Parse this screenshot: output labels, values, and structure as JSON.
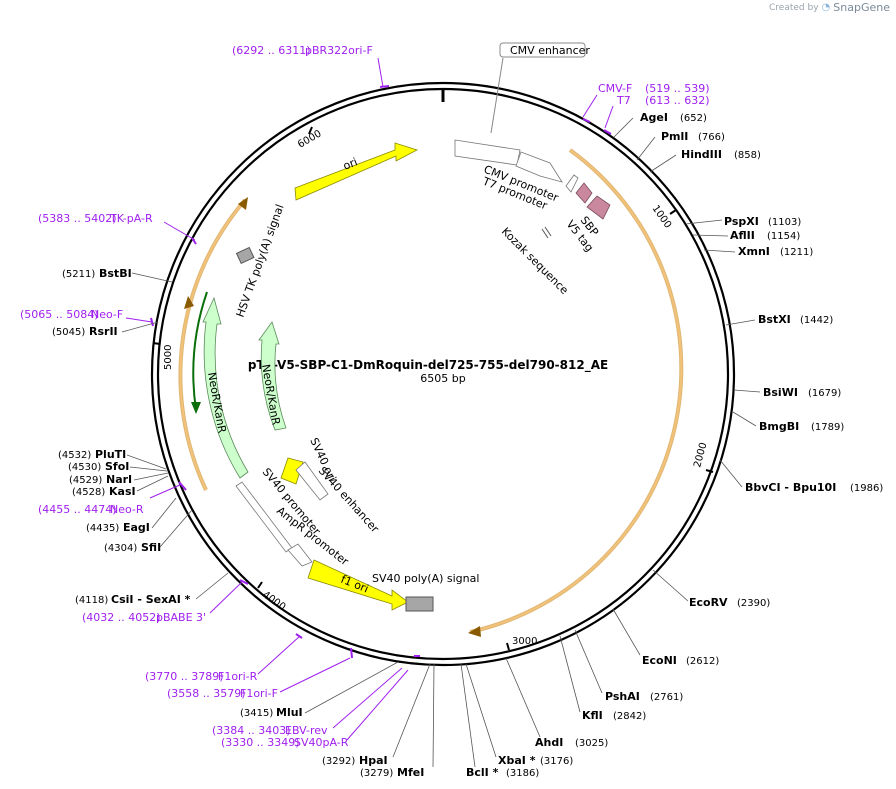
{
  "brand": {
    "created_by": "Created by",
    "name": "SnapGene"
  },
  "plasmid": {
    "name": "pT7-V5-SBP-C1-DmRoquin-del725-755-del790-812_AE",
    "size": "6505 bp",
    "length": 6505
  },
  "ticks": [
    "1000",
    "2000",
    "3000",
    "4000",
    "5000",
    "6000"
  ],
  "enzymes": [
    {
      "name": "AgeI",
      "pos": "(652)",
      "bp": 652
    },
    {
      "name": "PmlI",
      "pos": "(766)",
      "bp": 766
    },
    {
      "name": "HindIII",
      "pos": "(858)",
      "bp": 858
    },
    {
      "name": "PspXI",
      "pos": "(1103)",
      "bp": 1103
    },
    {
      "name": "AflII",
      "pos": "(1154)",
      "bp": 1154
    },
    {
      "name": "XmnI",
      "pos": "(1211)",
      "bp": 1211
    },
    {
      "name": "BstXI",
      "pos": "(1442)",
      "bp": 1442
    },
    {
      "name": "BsiWI",
      "pos": "(1679)",
      "bp": 1679
    },
    {
      "name": "BmgBI",
      "pos": "(1789)",
      "bp": 1789
    },
    {
      "name": "BbvCI - Bpu10I",
      "pos": "(1986)",
      "bp": 1986
    },
    {
      "name": "EcoRV",
      "pos": "(2390)",
      "bp": 2390
    },
    {
      "name": "EcoNI",
      "pos": "(2612)",
      "bp": 2612
    },
    {
      "name": "PshAI",
      "pos": "(2761)",
      "bp": 2761
    },
    {
      "name": "KflI",
      "pos": "(2842)",
      "bp": 2842
    },
    {
      "name": "AhdI",
      "pos": "(3025)",
      "bp": 3025
    },
    {
      "name": "XbaI *",
      "pos": "(3176)",
      "bp": 3176
    },
    {
      "name": "BclI *",
      "pos": "(3186)",
      "bp": 3186
    },
    {
      "name": "MfeI",
      "pos": "(3279)",
      "bp": 3279
    },
    {
      "name": "HpaI",
      "pos": "(3292)",
      "bp": 3292
    },
    {
      "name": "MluI",
      "pos": "(3415)",
      "bp": 3415
    },
    {
      "name": "CsiI - SexAI *",
      "pos": "(4118)",
      "bp": 4118
    },
    {
      "name": "SfiI",
      "pos": "(4304)",
      "bp": 4304
    },
    {
      "name": "EagI",
      "pos": "(4435)",
      "bp": 4435
    },
    {
      "name": "KasI",
      "pos": "(4528)",
      "bp": 4528
    },
    {
      "name": "NarI",
      "pos": "(4529)",
      "bp": 4529
    },
    {
      "name": "SfoI",
      "pos": "(4530)",
      "bp": 4530
    },
    {
      "name": "PluTI",
      "pos": "(4532)",
      "bp": 4532
    },
    {
      "name": "RsrII",
      "pos": "(5045)",
      "bp": 5045
    },
    {
      "name": "BstBI",
      "pos": "(5211)",
      "bp": 5211
    }
  ],
  "primers": [
    {
      "name": "CMV-F",
      "range": "(519 .. 539)"
    },
    {
      "name": "T7",
      "range": "(613 .. 632)"
    },
    {
      "name": "pBR322ori-F",
      "range": "(6292 .. 6311)"
    },
    {
      "name": "TK-pA-R",
      "range": "(5383 .. 5402)"
    },
    {
      "name": "Neo-F",
      "range": "(5065 .. 5084)"
    },
    {
      "name": "Neo-R",
      "range": "(4455 .. 4474)"
    },
    {
      "name": "pBABE 3'",
      "range": "(4032 .. 4052)"
    },
    {
      "name": "F1ori-R",
      "range": "(3770 .. 3789)"
    },
    {
      "name": "F1ori-F",
      "range": "(3558 .. 3579)"
    },
    {
      "name": "EBV-rev",
      "range": "(3384 .. 3403)"
    },
    {
      "name": "SV40pA-R",
      "range": "(3330 .. 3349)"
    }
  ],
  "features": {
    "cmv_enhancer": "CMV enhancer",
    "cmv_promoter": "CMV promoter",
    "t7_promoter": "T7 promoter",
    "sbp": "SBP",
    "v5_tag": "V5 tag",
    "kozak": "Kozak sequence",
    "ori": "ori",
    "hsv_tk": "HSV TK poly(A) signal",
    "neor_outer": "NeoR/KanR",
    "neor_inner": "NeoR/KanR",
    "sv40_ori": "SV40 ori",
    "sv40_enhancer": "SV40 enhancer",
    "sv40_promoter": "SV40 promoter",
    "ampr_promoter": "AmpR promoter",
    "f1_ori": "f1 ori",
    "sv40_polya": "SV40 poly(A) signal"
  },
  "colors": {
    "backbone": "#000000",
    "orf": "#c47b00",
    "orf_fill": "#f3c27a",
    "ori": "#ffff00",
    "resistance": "#ccffcc",
    "promoter": "#ffffff",
    "polya": "#a6a6a6",
    "tag": "#c9889e",
    "primer": "#a020f0"
  }
}
